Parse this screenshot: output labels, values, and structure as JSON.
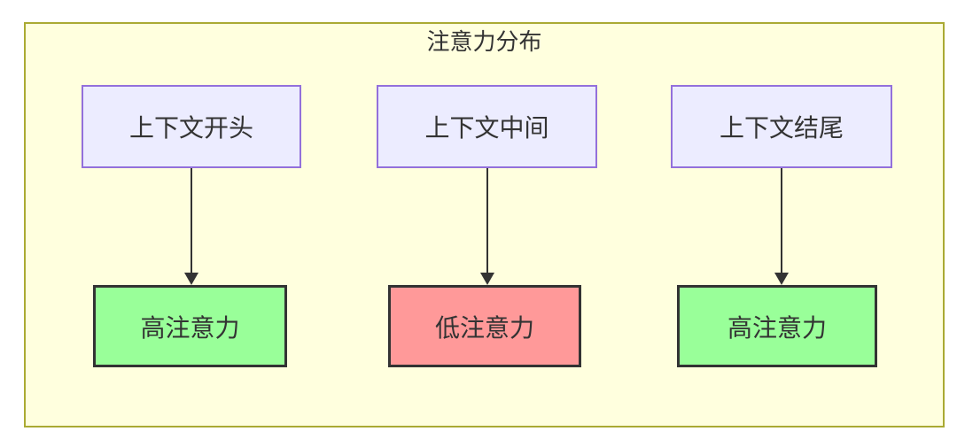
{
  "diagram": {
    "title": "注意力分布",
    "top_nodes": [
      {
        "label": "上下文开头"
      },
      {
        "label": "上下文中间"
      },
      {
        "label": "上下文结尾"
      }
    ],
    "bottom_nodes": [
      {
        "label": "高注意力",
        "level": "high"
      },
      {
        "label": "低注意力",
        "level": "low"
      },
      {
        "label": "高注意力",
        "level": "high"
      }
    ],
    "edges": [
      {
        "from": "上下文开头",
        "to": "高注意力"
      },
      {
        "from": "上下文中间",
        "to": "低注意力"
      },
      {
        "from": "上下文结尾",
        "to": "高注意力"
      }
    ],
    "colors": {
      "canvas_fill": "#ffffde",
      "canvas_border": "#aaaa33",
      "top_node_fill": "#ececff",
      "top_node_border": "#9370db",
      "high_fill": "#99ff99",
      "low_fill": "#ff9999",
      "bottom_node_border": "#333333",
      "arrow": "#333333",
      "text": "#333333"
    }
  }
}
